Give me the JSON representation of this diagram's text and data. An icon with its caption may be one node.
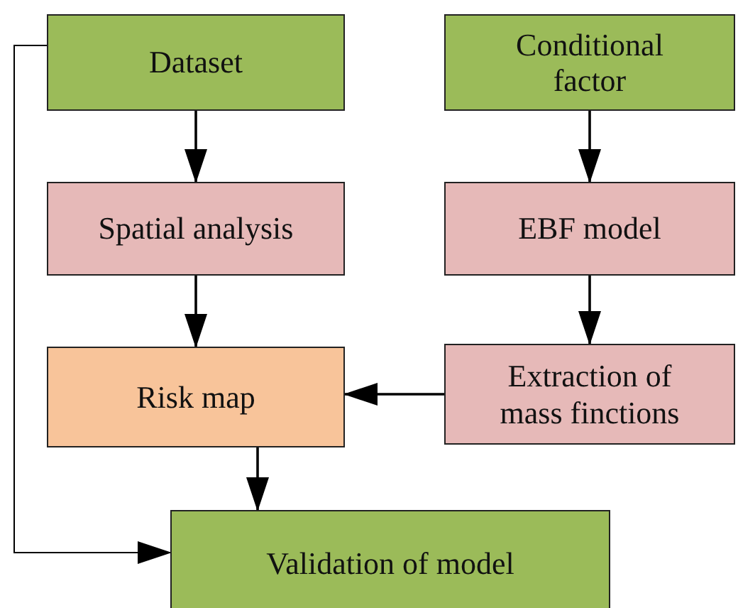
{
  "diagram": {
    "nodes": [
      {
        "text": [
          "Dataset"
        ]
      },
      {
        "text": [
          "Conditional factor"
        ]
      },
      {
        "text": [
          "Spatial analysis"
        ]
      },
      {
        "text": [
          "EBF model"
        ]
      },
      {
        "text": [
          "Risk map"
        ]
      },
      {
        "text": [
          "Extraction of mass finctions"
        ]
      },
      {
        "text": [
          "Validation of model"
        ]
      }
    ],
    "edges": [
      {
        "from": 0,
        "to": 2,
        "arrow": "to"
      },
      {
        "from": 1,
        "to": 3,
        "arrow": "to"
      },
      {
        "from": 2,
        "to": 4,
        "arrow": "to"
      },
      {
        "from": 3,
        "to": 5,
        "arrow": "to"
      },
      {
        "from": 5,
        "to": 4,
        "arrow": "to"
      },
      {
        "from": 4,
        "to": 6,
        "arrow": "to"
      },
      {
        "from": 0,
        "to": 6,
        "arrow": "to"
      }
    ]
  }
}
